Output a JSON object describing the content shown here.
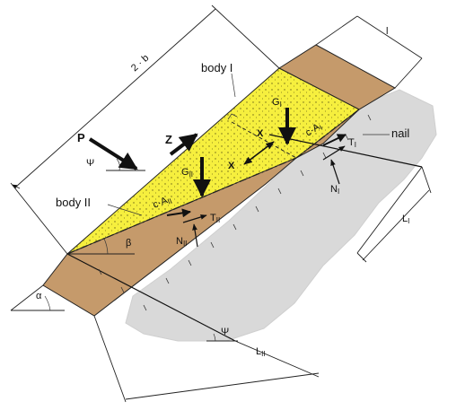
{
  "labels": {
    "dim_2b": "2 · b",
    "dim_l_top": "l",
    "body_1": "body I",
    "body_2": "body II",
    "force_P": "P",
    "force_Z": "Z",
    "angle_psi_left": "Ψ",
    "angle_psi_bottom": "Ψ",
    "angle_alpha": "α",
    "angle_beta": "β",
    "weight_1": "G",
    "weight_1_sub": "I",
    "weight_2": "G",
    "weight_2_sub": "II",
    "interforce_X1": "X",
    "interforce_X2": "X",
    "cohesion_1": "c·A",
    "cohesion_1_sub": "I",
    "cohesion_2": "c·A",
    "cohesion_2_sub": "II",
    "shear_1": "T",
    "shear_1_sub": "I",
    "shear_2": "T",
    "shear_2_sub": "II",
    "normal_1": "N",
    "normal_1_sub": "I",
    "normal_2": "N",
    "normal_2_sub": "II",
    "nail": "nail",
    "len_1": "L",
    "len_1_sub": "I",
    "len_2": "L",
    "len_2_sub": "II"
  },
  "colors": {
    "soil": "#c59a6b",
    "sliding_body": "#f6ef3e",
    "rock_mass": "#d9d9d9",
    "line": "#222222"
  }
}
